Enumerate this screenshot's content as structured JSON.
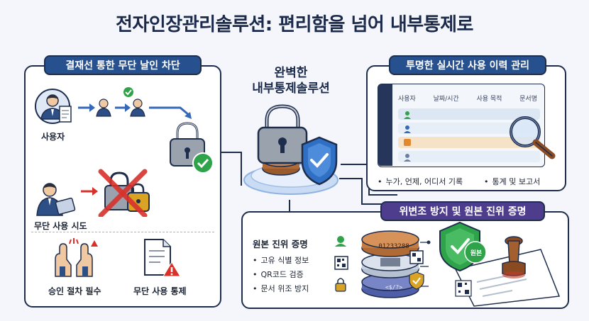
{
  "title": "전자인장관리솔루션: 편리함을 넘어 내부통제로",
  "center": {
    "line1": "완벽한",
    "line2": "내부통제솔루션"
  },
  "left_panel": {
    "header": "결재선 통한 무단 날인 차단",
    "user_label": "사용자",
    "unauthorized_label": "무단 사용 시도",
    "approval_label": "승인 절차 필수",
    "control_label": "무단 사용 통제"
  },
  "top_right_panel": {
    "header": "투명한 실시간 사용 이력 관리",
    "table_headers": [
      "사용자",
      "날짜/시간",
      "사용 목적",
      "문서명"
    ],
    "bullets": [
      "누가, 언제, 어디서 기록",
      "통계 및 보고서"
    ]
  },
  "bottom_right_panel": {
    "header": "위변조 방지 및 원본 진위 증명",
    "proof_title": "원본 진위 증명",
    "bullets": [
      "고유 식별 정보",
      "QR코드 검증",
      "문서 위조 방지"
    ],
    "coin_code": "01233288",
    "bottom_code": "<$/?>",
    "badge_text": "원본"
  },
  "colors": {
    "navy": "#1f2d4d",
    "blue_header": "#27508f",
    "purple_header": "#4e3d8d",
    "green_check": "#2fa34a",
    "red_alert": "#d8312b",
    "shield_blue": "#2f6fc4",
    "seal_brown": "#9a5a2c",
    "lock_gray": "#9aa3ad",
    "lock_gold": "#d9a424"
  }
}
